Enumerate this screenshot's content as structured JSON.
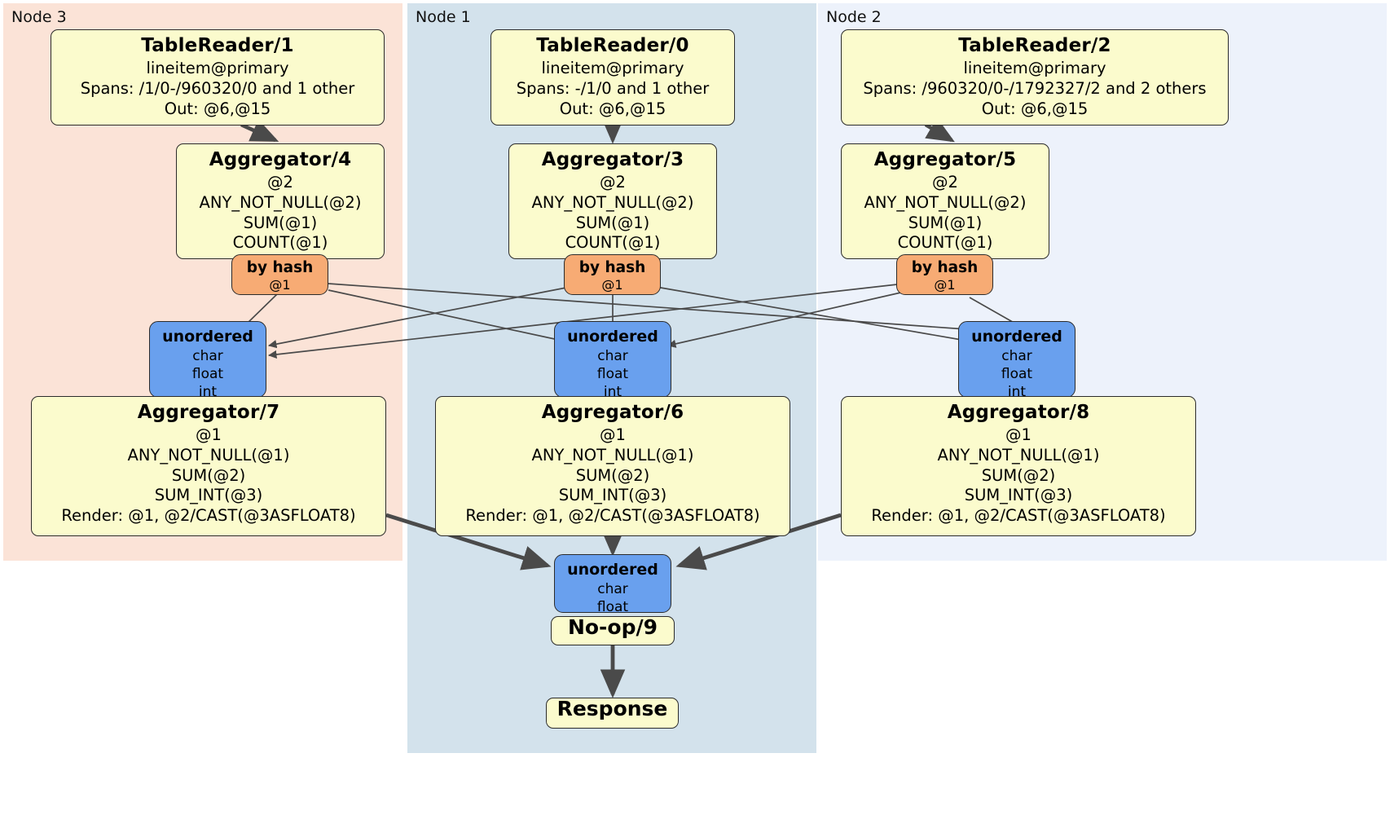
{
  "diagram": {
    "type": "distributed-query-plan",
    "colors": {
      "node3_panel": "#fbe3d7",
      "node1_panel": "#d3e2ec",
      "node2_panel": "#edf2fb",
      "processor_box": "#fbfbcd",
      "router_box": "#f7ab74",
      "receiver_box": "#69a0ee",
      "edge": "#4a4a4a",
      "border": "#2b2b2b"
    }
  },
  "panels": [
    {
      "id": "node3",
      "label": "Node 3"
    },
    {
      "id": "node1",
      "label": "Node 1"
    },
    {
      "id": "node2",
      "label": "Node 2"
    }
  ],
  "processors": {
    "table_reader_1": {
      "title": "TableReader/1",
      "lines": [
        "lineitem@primary",
        "Spans: /1/0-/960320/0 and 1 other",
        "Out: @6,@15"
      ]
    },
    "table_reader_0": {
      "title": "TableReader/0",
      "lines": [
        "lineitem@primary",
        "Spans: -/1/0 and 1 other",
        "Out: @6,@15"
      ]
    },
    "table_reader_2": {
      "title": "TableReader/2",
      "lines": [
        "lineitem@primary",
        "Spans: /960320/0-/1792327/2 and 2 others",
        "Out: @6,@15"
      ]
    },
    "aggregator_4": {
      "title": "Aggregator/4",
      "lines": [
        "@2",
        "ANY_NOT_NULL(@2)",
        "SUM(@1)",
        "COUNT(@1)"
      ]
    },
    "aggregator_3": {
      "title": "Aggregator/3",
      "lines": [
        "@2",
        "ANY_NOT_NULL(@2)",
        "SUM(@1)",
        "COUNT(@1)"
      ]
    },
    "aggregator_5": {
      "title": "Aggregator/5",
      "lines": [
        "@2",
        "ANY_NOT_NULL(@2)",
        "SUM(@1)",
        "COUNT(@1)"
      ]
    },
    "aggregator_7": {
      "title": "Aggregator/7",
      "lines": [
        "@1",
        "ANY_NOT_NULL(@1)",
        "SUM(@2)",
        "SUM_INT(@3)",
        "Render: @1, @2/CAST(@3ASFLOAT8)"
      ]
    },
    "aggregator_6": {
      "title": "Aggregator/6",
      "lines": [
        "@1",
        "ANY_NOT_NULL(@1)",
        "SUM(@2)",
        "SUM_INT(@3)",
        "Render: @1, @2/CAST(@3ASFLOAT8)"
      ]
    },
    "aggregator_8": {
      "title": "Aggregator/8",
      "lines": [
        "@1",
        "ANY_NOT_NULL(@1)",
        "SUM(@2)",
        "SUM_INT(@3)",
        "Render: @1, @2/CAST(@3ASFLOAT8)"
      ]
    },
    "noop_9": {
      "title": "No-op/9"
    },
    "response": {
      "title": "Response"
    }
  },
  "routers": {
    "by_hash_node3": {
      "title": "by hash",
      "line": "@1"
    },
    "by_hash_node1": {
      "title": "by hash",
      "line": "@1"
    },
    "by_hash_node2": {
      "title": "by hash",
      "line": "@1"
    }
  },
  "receivers": {
    "unordered_node3": {
      "title": "unordered",
      "lines": [
        "char",
        "float",
        "int"
      ]
    },
    "unordered_node1": {
      "title": "unordered",
      "lines": [
        "char",
        "float",
        "int"
      ]
    },
    "unordered_node2": {
      "title": "unordered",
      "lines": [
        "char",
        "float",
        "int"
      ]
    },
    "unordered_final": {
      "title": "unordered",
      "lines": [
        "char",
        "float"
      ]
    }
  }
}
